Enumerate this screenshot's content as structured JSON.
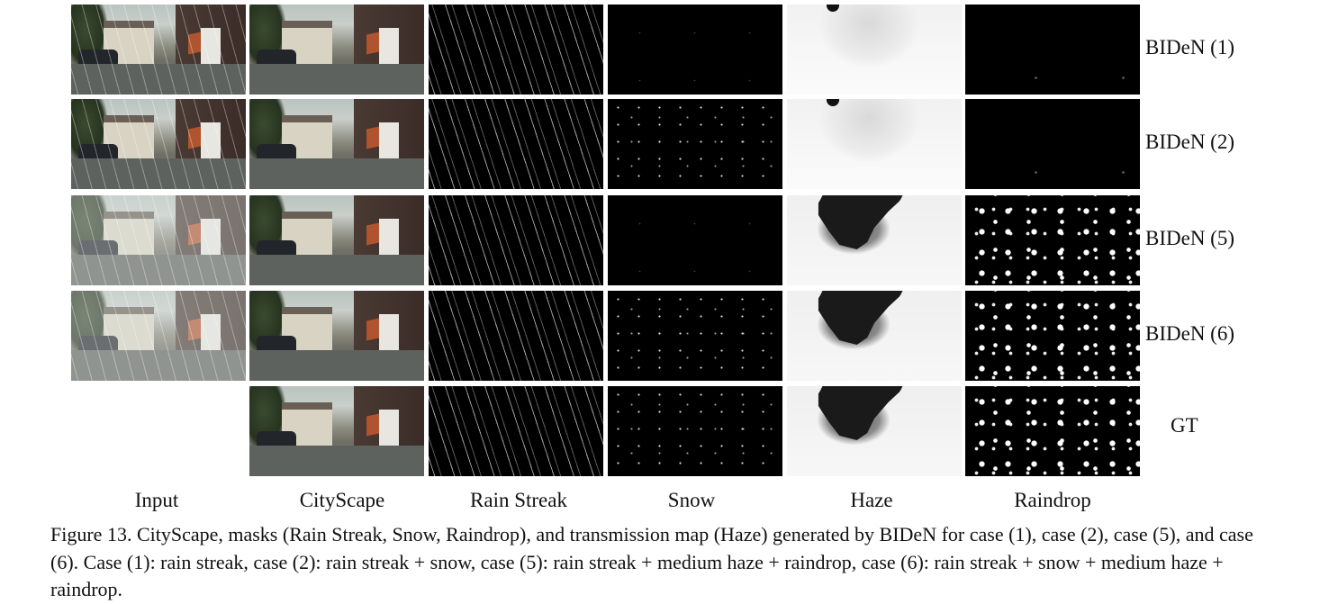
{
  "figure": {
    "row_labels": [
      "BIDeN (1)",
      "BIDeN (2)",
      "BIDeN (5)",
      "BIDeN (6)",
      "GT"
    ],
    "column_labels": [
      "Input",
      "CityScape",
      "Rain Streak",
      "Snow",
      "Haze",
      "Raindrop"
    ],
    "caption": "Figure 13. CityScape, masks (Rain Streak, Snow, Raindrop), and transmission map (Haze) generated by BIDeN for case (1), case (2), case (5), and case (6). Case (1): rain streak, case (2): rain streak + snow, case (5): rain streak + medium haze + raindrop, case (6): rain streak + snow + medium haze + raindrop."
  }
}
